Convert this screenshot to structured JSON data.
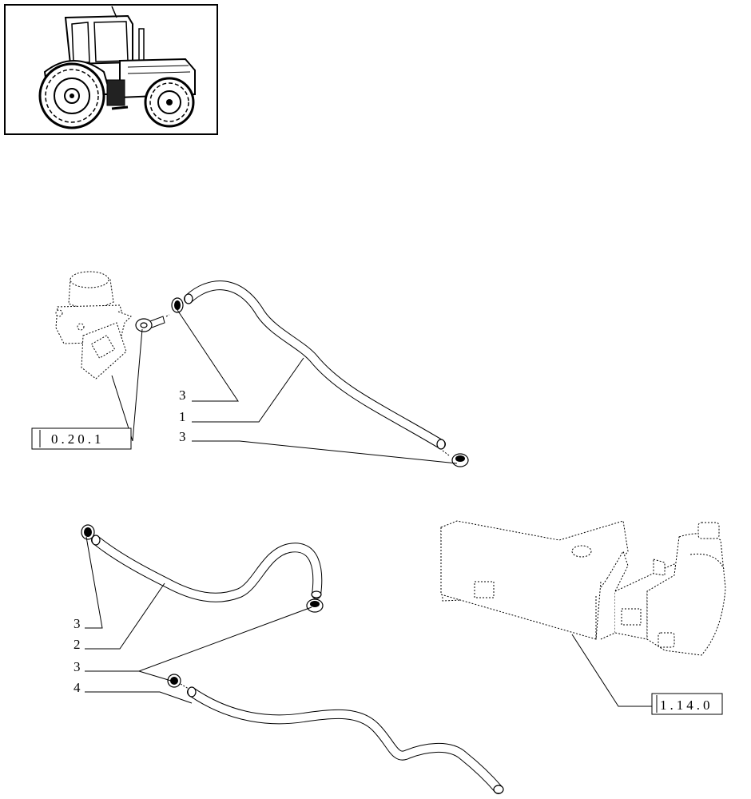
{
  "callouts": [
    {
      "id": "c-hose1-clamp-top",
      "text": "3"
    },
    {
      "id": "c-hose1",
      "text": "1"
    },
    {
      "id": "c-hose1-clamp-bottom",
      "text": "3"
    },
    {
      "id": "c-hose2-clamp-top",
      "text": "3"
    },
    {
      "id": "c-hose2",
      "text": "2"
    },
    {
      "id": "c-hose-clamps-lower",
      "text": "3"
    },
    {
      "id": "c-hose4",
      "text": "4"
    }
  ],
  "references": {
    "pump_ref": "0.20.1",
    "tank_ref": "1.14.0"
  },
  "icons": {
    "thumbnail": "tractor-icon",
    "pump": "fuel-pump-icon",
    "tank": "fuel-tank-icon",
    "clamp": "hose-clamp-icon"
  }
}
